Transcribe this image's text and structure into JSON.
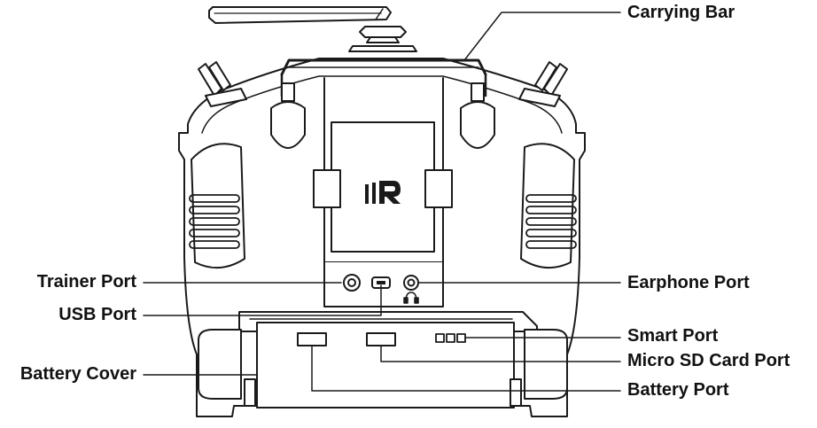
{
  "labels": {
    "carrying_bar": "Carrying Bar",
    "trainer_port": "Trainer Port",
    "usb_port": "USB Port",
    "battery_cover": "Battery Cover",
    "earphone_port": "Earphone Port",
    "smart_port": "Smart Port",
    "micro_sd_card_port": "Micro SD Card Port",
    "battery_port": "Battery Port"
  },
  "colors": {
    "line": "#1a1a1a",
    "background": "#ffffff"
  }
}
